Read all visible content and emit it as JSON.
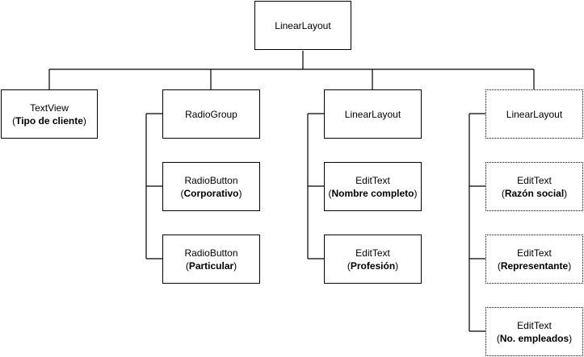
{
  "nodes": {
    "root": {
      "title": "LinearLayout"
    },
    "textview": {
      "title": "TextView",
      "detail": "Tipo de cliente"
    },
    "radiogroup": {
      "title": "RadioGroup"
    },
    "radio_corporativo": {
      "title": "RadioButton",
      "detail": "Corporativo"
    },
    "radio_particular": {
      "title": "RadioButton",
      "detail": "Particular"
    },
    "layout_particular": {
      "title": "LinearLayout"
    },
    "edit_nombre": {
      "title": "EditText",
      "detail": "Nombre completo"
    },
    "edit_profesion": {
      "title": "EditText",
      "detail": "Profesión"
    },
    "layout_corporativo": {
      "title": "LinearLayout"
    },
    "edit_razon": {
      "title": "EditText",
      "detail": "Razón social"
    },
    "edit_representante": {
      "title": "EditText",
      "detail": "Representante"
    },
    "edit_empleados": {
      "title": "EditText",
      "detail": "No. empleados"
    }
  },
  "colors": {
    "line": "#000000",
    "box_fill": "#ffffff"
  }
}
